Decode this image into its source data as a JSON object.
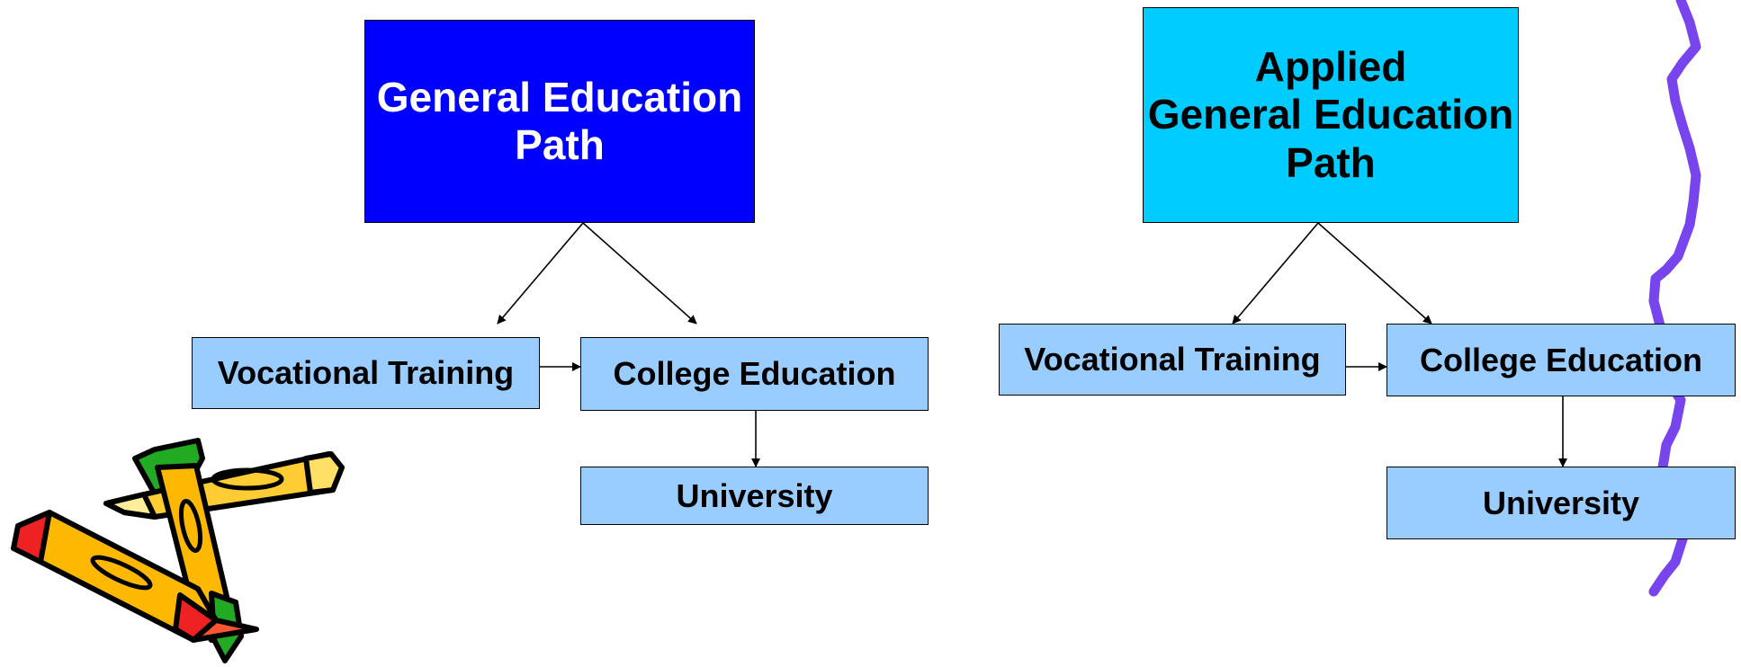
{
  "left_diagram": {
    "title": {
      "lines": [
        "General Education",
        "Path"
      ],
      "color": "#0000ff",
      "text_color": "#ffffff"
    },
    "nodes": {
      "vocational": "Vocational Training",
      "college": "College Education",
      "university": "University"
    }
  },
  "right_diagram": {
    "title": {
      "lines": [
        "Applied",
        "General Education",
        "Path"
      ],
      "color": "#00ccff",
      "text_color": "#000000"
    },
    "nodes": {
      "vocational": "Vocational Training",
      "college": "College Education",
      "university": "University"
    }
  },
  "colors": {
    "node_fill": "#99ccff",
    "squiggle": "#7744ee",
    "connector": "#000000"
  },
  "decorations": {
    "clipart": "crayons-icon",
    "border": "squiggle-line"
  }
}
